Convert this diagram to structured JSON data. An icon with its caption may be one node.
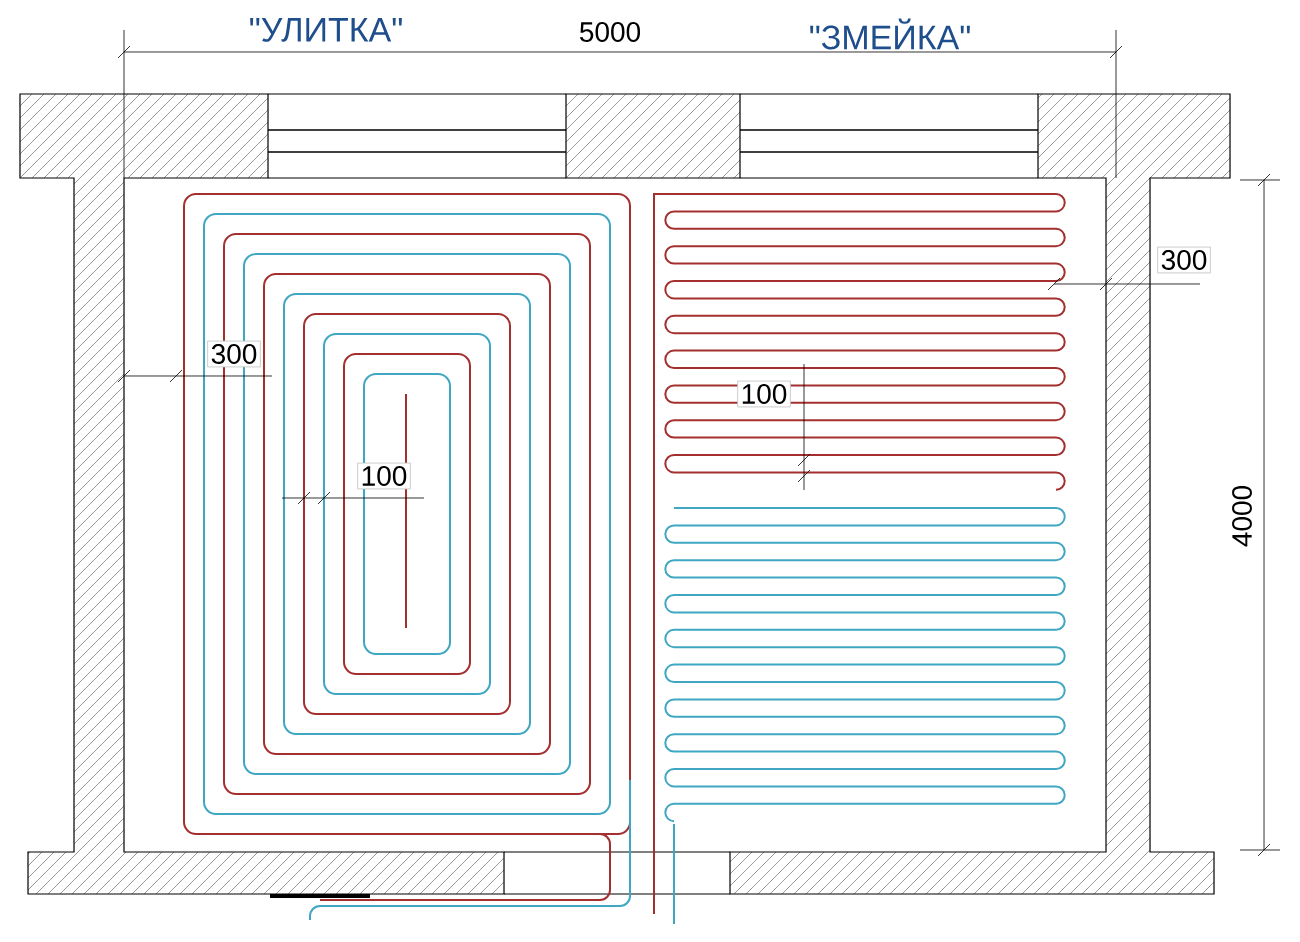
{
  "diagram": {
    "labels": [
      "\"УЛИТКА\"",
      "5000",
      "\"ЗМЕЙКА\"",
      "300",
      "300",
      "100",
      "100",
      "4000"
    ]
  }
}
